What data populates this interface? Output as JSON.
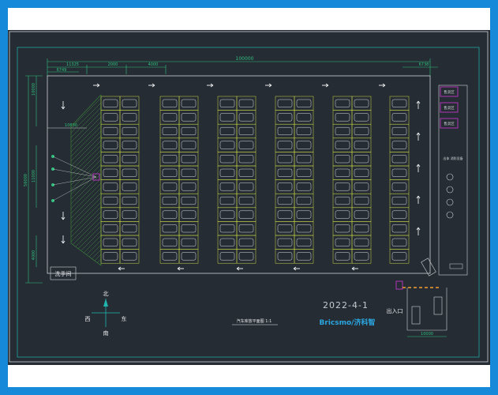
{
  "dimensions": {
    "top_total": "100000",
    "top_seg_1": "11325",
    "top_seg_1b": "6749",
    "top_seg_2": "2000",
    "top_seg_3": "4000",
    "top_seg_right": "6738",
    "left_total": "56000",
    "left_seg_1": "10000",
    "left_seg_2": "11000",
    "left_seg_3": "4000",
    "inner_small": "10830",
    "bottom_right": "10000"
  },
  "labels": {
    "wash_room": "洗手间",
    "entrance_exit": "出入口",
    "date": "2022-4-1",
    "plan_title": "汽车库放平面图 1:1",
    "side_panel_text": "出体 消防设备"
  },
  "compass": {
    "north": "北",
    "south": "南",
    "east": "东",
    "west": "西"
  },
  "rooms": {
    "items": [
      "售卖区",
      "售卖区",
      "售卖区"
    ]
  },
  "logo": {
    "text": "Bricsmo/济科智"
  },
  "colors": {
    "canvas": "#262c33",
    "frame": "#1689d8",
    "parking_lines": "#c9d84a",
    "dimension": "#2fbf7f",
    "border": "#cfd3d6",
    "room_outline": "#d23ad6",
    "accent_cyan": "#1fb6b0",
    "date_text": "#c6cbd0",
    "logo": "#2aa6e0"
  }
}
